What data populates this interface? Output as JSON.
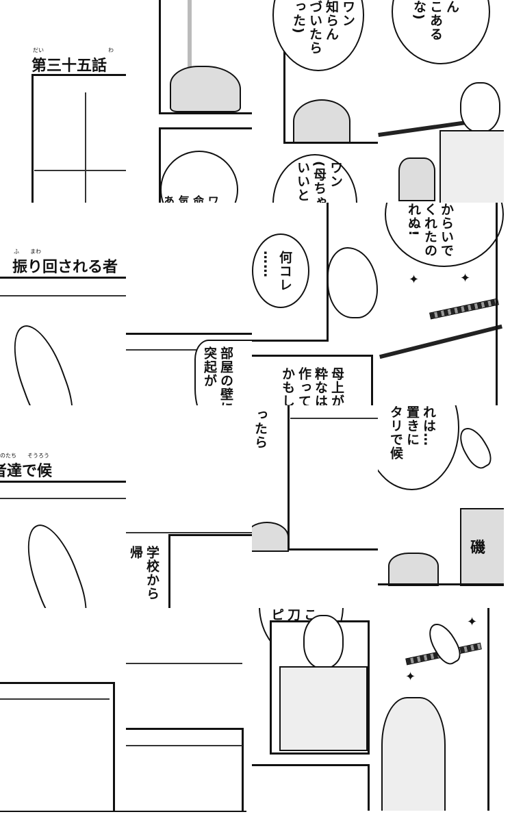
{
  "chapter": {
    "number_title": "第三十五話",
    "number_ruby_1": "だい",
    "number_ruby_2": "わ",
    "subtitle_1": "振り回される者",
    "subtitle_1_ruby": "ふ　　まわ",
    "subtitle_2": "者達で候",
    "subtitle_2_ruby": "のたち　　そうろう"
  },
  "panels": {
    "dog_caption": "あ 気 命 ワ",
    "bubble_wan_1": [
      "ワン",
      "知らん",
      "づいたら",
      "った)"
    ],
    "bubble_aru": [
      "ん",
      "こあるな)"
    ],
    "bubble_wan_2": [
      "ワン",
      "(母ちゃ",
      "いいと"
    ],
    "bubble_heya": [
      "部屋の壁に",
      "突起が"
    ],
    "bubble_nani": [
      "何コレ",
      "……"
    ],
    "bubble_hahaue": [
      "母上が",
      "粋なは",
      "作って",
      "かもし"
    ],
    "bubble_karai": [
      "からいで",
      "くれたの",
      "れぬ!"
    ],
    "bubble_gakkou": [
      "学校から帰"
    ],
    "bubble_ttara": [
      "ったら"
    ],
    "bubble_oki": [
      "れは…",
      "置きに",
      "タリで候"
    ],
    "bubble_kore": [
      "これ",
      "刀置",
      "ピッ"
    ],
    "shirt_mark": "磯"
  }
}
